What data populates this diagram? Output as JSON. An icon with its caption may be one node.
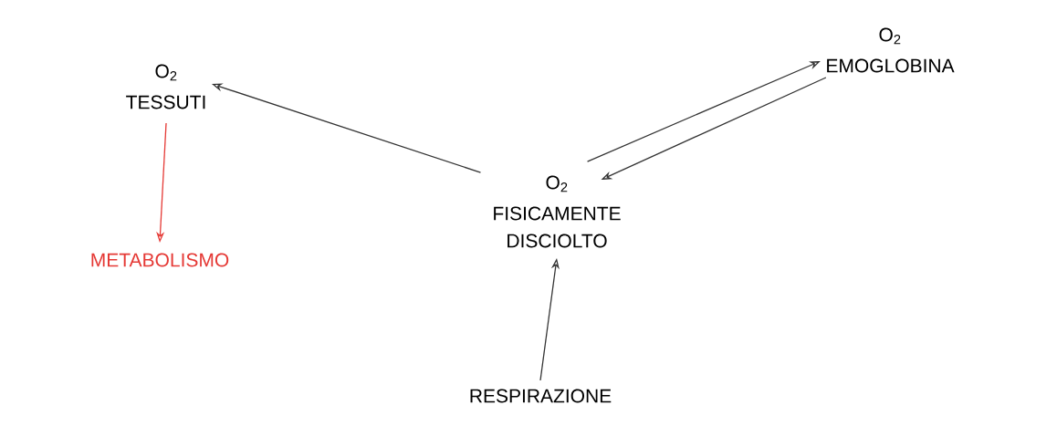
{
  "diagram": {
    "nodes": [
      {
        "text": [
          "O$_{2}$",
          "TESSUTI"
        ]
      },
      {
        "text": [
          "O$_{2}$",
          "EMOGLOBINA"
        ]
      },
      {
        "text": [
          "O$_{2}$",
          "FISICAMENTE DISCIOLTO"
        ]
      },
      {
        "text": [
          "METABOLISMO"
        ]
      },
      {
        "text": [
          "RESPIRAZIONE"
        ]
      }
    ],
    "edges": [
      {
        "from": 2,
        "to": 0,
        "arrow": "to"
      },
      {
        "from": 2,
        "to": 1,
        "arrow": "to"
      },
      {
        "from": 1,
        "to": 2,
        "arrow": "to"
      },
      {
        "from": 0,
        "to": 3,
        "arrow": "to",
        "color": "#e53935"
      },
      {
        "from": 4,
        "to": 2,
        "arrow": "to"
      }
    ]
  }
}
